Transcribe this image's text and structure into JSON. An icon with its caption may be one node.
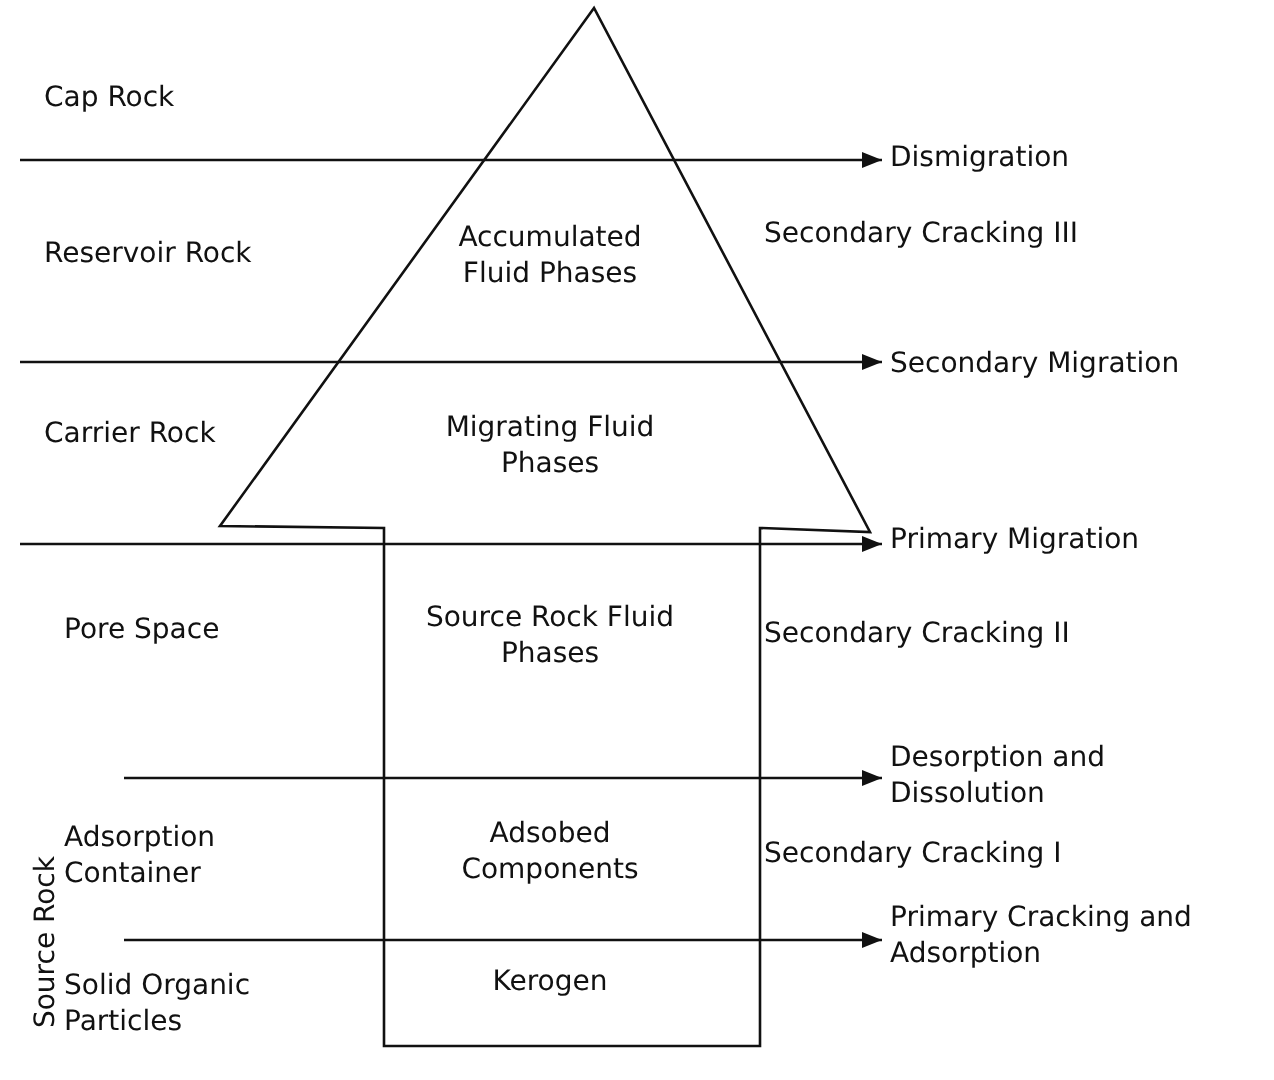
{
  "diagram": {
    "nodes": [
      {
        "text": [],
        "shape": "arrow"
      },
      {
        "text": [
          "Dismigration"
        ]
      },
      {
        "text": [
          "Secondary Migration"
        ]
      },
      {
        "text": [
          "Primary Migration"
        ]
      },
      {
        "text": [
          "Desorption and Dissolution"
        ]
      },
      {
        "text": [
          "Primary Cracking and Adsorption"
        ]
      }
    ],
    "edges": [
      {
        "from": null,
        "to": 1,
        "arrow": "to"
      },
      {
        "from": null,
        "to": 2,
        "arrow": "to"
      },
      {
        "from": null,
        "to": 3,
        "arrow": "to"
      },
      {
        "from": null,
        "to": 4,
        "arrow": "to"
      },
      {
        "from": null,
        "to": 5,
        "arrow": "to"
      }
    ],
    "labels": [
      "Cap Rock",
      "Reservoir Rock",
      "Accumulated Fluid Phases",
      "Secondary Cracking III",
      "Carrier Rock",
      "Migrating Fluid Phases",
      "Pore Space",
      "Source Rock Fluid Phases",
      "Secondary Cracking II",
      "Adsorption Container",
      "Adsobed Components",
      "Secondary Cracking I",
      "Solid Organic Particles",
      "Kerogen",
      "Source Rock"
    ]
  }
}
